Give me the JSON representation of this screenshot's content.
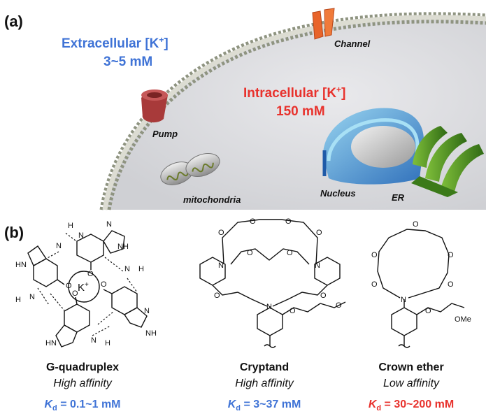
{
  "panel_a": {
    "tag": "(a)",
    "extracellular": "Extracellular [K",
    "extracellular_sup": "+",
    "extracellular_end": "]",
    "extracellular_conc": "3~5 mM",
    "intracellular": "Intracellular [K",
    "intracellular_sup": "+",
    "intracellular_end": "]",
    "intracellular_conc": "150 mM",
    "channel": "Channel",
    "pump": "Pump",
    "mitochondria": "mitochondria",
    "nucleus": "Nucleus",
    "er": "ER"
  },
  "panel_b": {
    "tag": "(b)",
    "ion": "K",
    "ion_sup": "+",
    "atoms": {
      "N": "N",
      "O": "O",
      "H": "H",
      "NH": "NH",
      "HN": "HN",
      "OMe": "OMe"
    },
    "probes": [
      {
        "name": "G-quadruplex",
        "affinity": "High affinity",
        "kd_k": "K",
        "kd_sub": "d",
        "kd_value": " = 0.1~1 mM",
        "color": "#3f73d6"
      },
      {
        "name": "Cryptand",
        "affinity": "High affinity",
        "kd_k": "K",
        "kd_sub": "d",
        "kd_value": " = 3~37 mM",
        "color": "#3f73d6"
      },
      {
        "name": "Crown ether",
        "affinity": "Low affinity",
        "kd_k": "K",
        "kd_sub": "d",
        "kd_value": " = 30~200 mM",
        "color": "#e8322d"
      }
    ]
  },
  "colors": {
    "blue": "#3f73d6",
    "red": "#e8322d",
    "membrane": "#8f9481",
    "channel": "#e8642a",
    "pump": "#a83a3a",
    "er": "#4e8a23"
  }
}
